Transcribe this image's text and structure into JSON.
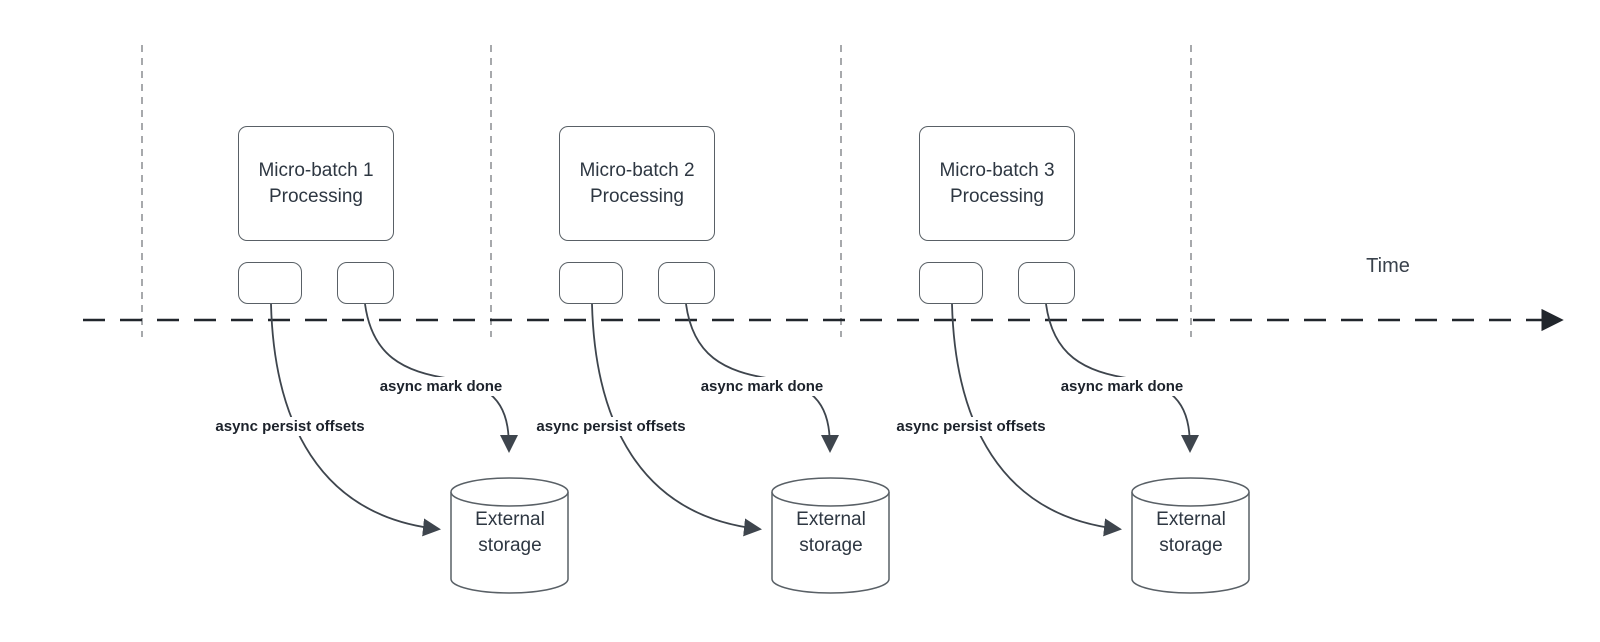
{
  "timeline": {
    "label": "Time"
  },
  "groups": [
    {
      "process_label": "Micro-batch 1\nProcessing",
      "persist_label": "async persist offsets",
      "mark_done_label": "async mark done",
      "storage_label": "External\nstorage"
    },
    {
      "process_label": "Micro-batch 2\nProcessing",
      "persist_label": "async persist offsets",
      "mark_done_label": "async mark done",
      "storage_label": "External\nstorage"
    },
    {
      "process_label": "Micro-batch 3\nProcessing",
      "persist_label": "async persist offsets",
      "mark_done_label": "async mark done",
      "storage_label": "External\nstorage"
    }
  ],
  "colors": {
    "timeline_axis": "#21262c",
    "curve_arrow": "#3e454d",
    "box_border": "#596066",
    "gridline": "#a7a9ac",
    "node_text": "#2e3742",
    "flow_label_text": "#1c222b",
    "background": "#ffffff"
  }
}
